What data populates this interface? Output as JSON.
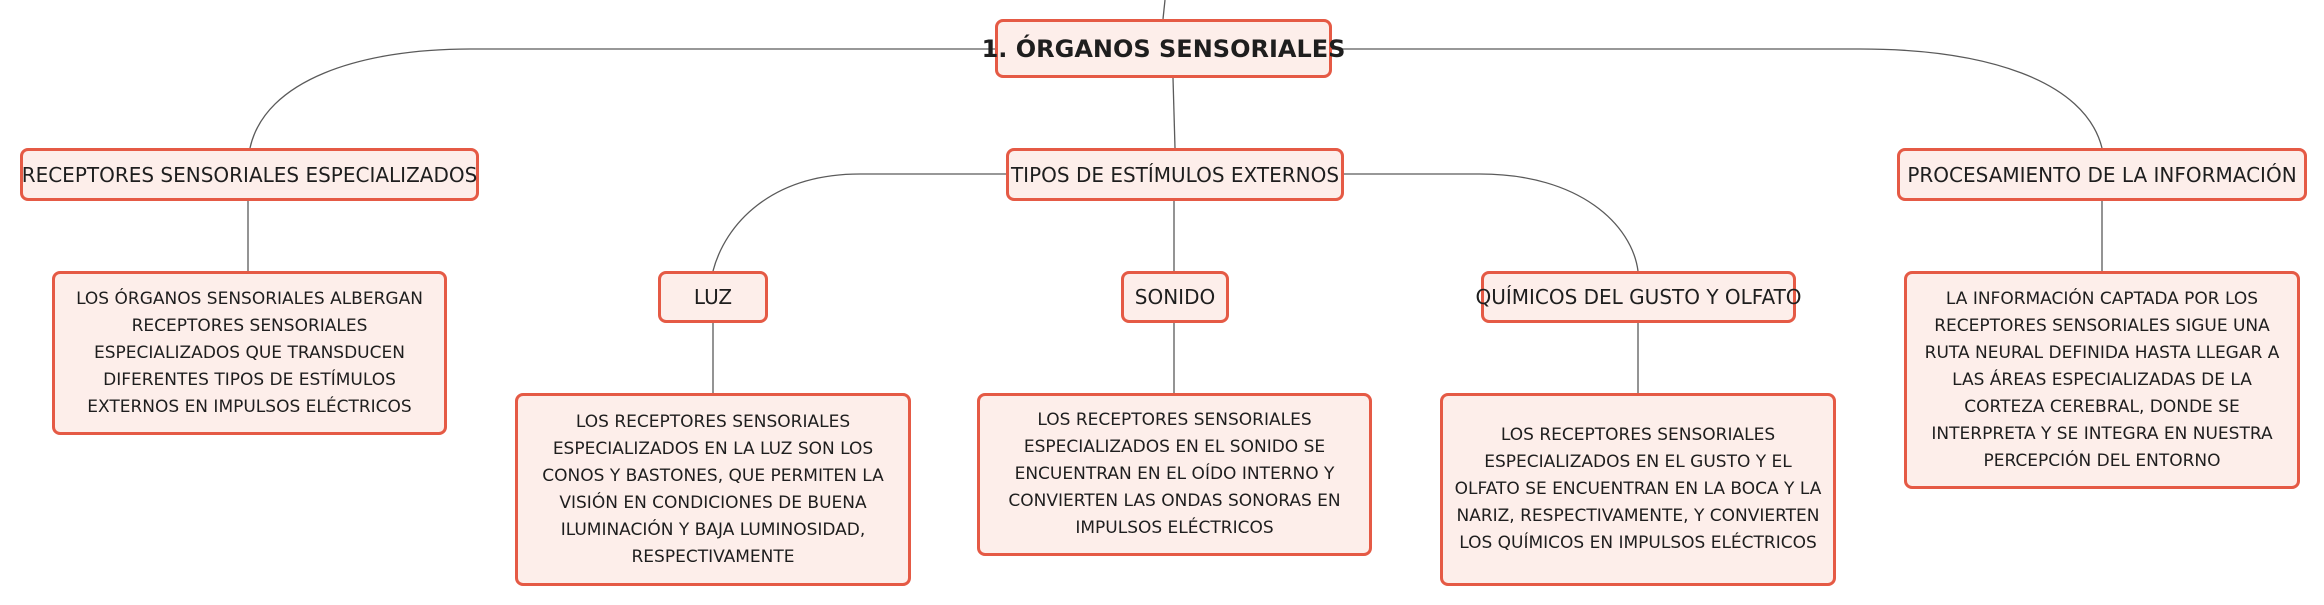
{
  "central": {
    "label": "1. ÓRGANOS SENSORIALES"
  },
  "branches": {
    "receptores": {
      "label": "RECEPTORES SENSORIALES ESPECIALIZADOS",
      "description": "LOS ÓRGANOS SENSORIALES ALBERGAN RECEPTORES SENSORIALES ESPECIALIZADOS QUE TRANSDUCEN DIFERENTES TIPOS DE ESTÍMULOS EXTERNOS EN IMPULSOS ELÉCTRICOS"
    },
    "estimulos": {
      "label": "TIPOS DE ESTÍMULOS EXTERNOS",
      "luz": {
        "label": "LUZ",
        "description": "LOS RECEPTORES SENSORIALES ESPECIALIZADOS EN LA LUZ SON LOS CONOS Y BASTONES, QUE PERMITEN LA VISIÓN EN CONDICIONES DE BUENA ILUMINACIÓN Y BAJA LUMINOSIDAD, RESPECTIVAMENTE"
      },
      "sonido": {
        "label": "SONIDO",
        "description": "LOS RECEPTORES SENSORIALES ESPECIALIZADOS EN EL SONIDO SE ENCUENTRAN EN EL OÍDO INTERNO Y CONVIERTEN LAS ONDAS SONORAS EN IMPULSOS ELÉCTRICOS"
      },
      "quimicos": {
        "label": "QUÍMICOS DEL GUSTO Y OLFATO",
        "description": "LOS RECEPTORES SENSORIALES ESPECIALIZADOS EN EL GUSTO Y EL OLFATO SE ENCUENTRAN EN LA BOCA Y LA NARIZ, RESPECTIVAMENTE, Y CONVIERTEN LOS QUÍMICOS EN IMPULSOS ELÉCTRICOS"
      }
    },
    "procesamiento": {
      "label": "PROCESAMIENTO DE LA INFORMACIÓN",
      "description": "LA INFORMACIÓN CAPTADA POR LOS RECEPTORES SENSORIALES SIGUE UNA RUTA NEURAL DEFINIDA HASTA LLEGAR A LAS ÁREAS ESPECIALIZADAS DE LA CORTEZA CEREBRAL, DONDE SE INTERPRETA Y SE INTEGRA EN NUESTRA PERCEPCIÓN DEL ENTORNO"
    }
  },
  "colors": {
    "node_border": "#e55a45",
    "node_fill": "#fdeeea",
    "connector": "#555555",
    "text": "#1e1e1e"
  }
}
